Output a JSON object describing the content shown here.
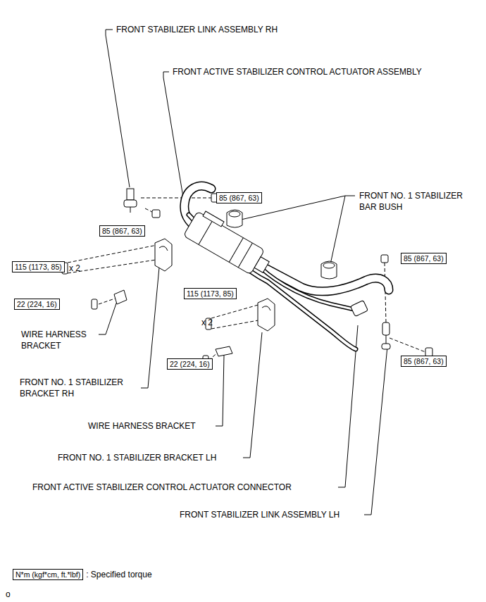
{
  "diagram": {
    "nodes": [
      {
        "text": [
          "85 (867, 63)"
        ]
      },
      {
        "text": [
          "85 (867, 63)"
        ]
      },
      {
        "text": [
          "85 (867, 63)"
        ]
      },
      {
        "text": [
          "115 (1173, 85)"
        ]
      },
      {
        "text": [
          "115 (1173, 85)"
        ]
      },
      {
        "text": [
          "22 (224, 16)"
        ]
      },
      {
        "text": [
          "85 (867, 63)"
        ]
      },
      {
        "text": [
          "22 (224, 16)"
        ]
      },
      {
        "text": [
          "N*m (kgf*cm, ft.*lbf)"
        ]
      }
    ],
    "labels": [
      "FRONT STABILIZER LINK ASSEMBLY RH",
      "FRONT ACTIVE STABILIZER CONTROL ACTUATOR ASSEMBLY",
      "FRONT NO. 1 STABILIZER BAR BUSH",
      "x 2",
      "x 2",
      "WIRE HARNESS BRACKET",
      "FRONT NO. 1 STABILIZER BRACKET RH",
      "WIRE HARNESS BRACKET",
      "FRONT NO. 1 STABILIZER BRACKET LH",
      "FRONT ACTIVE STABILIZER CONTROL ACTUATOR CONNECTOR",
      "FRONT STABILIZER LINK ASSEMBLY LH",
      "o"
    ],
    "legend": [
      {
        "text": ": Specified torque"
      }
    ]
  }
}
